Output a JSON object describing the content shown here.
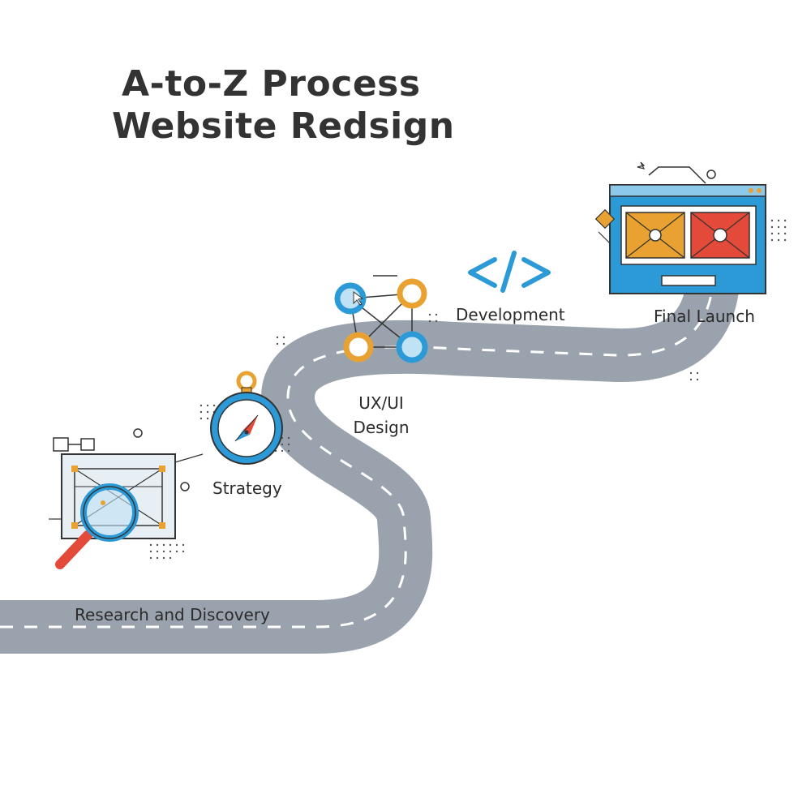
{
  "title": {
    "line1": "A-to-Z Process",
    "line2": "Website Redsign"
  },
  "stages": [
    {
      "label": "Research and Discovery",
      "icon": "magnifier-wireframe-icon"
    },
    {
      "label": "Strategy",
      "icon": "compass-icon"
    },
    {
      "label_line1": "UX/UI",
      "label_line2": "Design",
      "icon": "node-graph-icon"
    },
    {
      "label": "Development",
      "icon": "code-brackets-icon"
    },
    {
      "label": "Final Launch",
      "icon": "browser-window-icon"
    }
  ],
  "colors": {
    "road": "#9aa3ad",
    "road_dash": "#ffffff",
    "blue": "#2b9ad6",
    "blue_light": "#bfe3f5",
    "orange": "#e9a231",
    "red": "#e44a3a",
    "outline": "#333333",
    "title": "#333333"
  }
}
